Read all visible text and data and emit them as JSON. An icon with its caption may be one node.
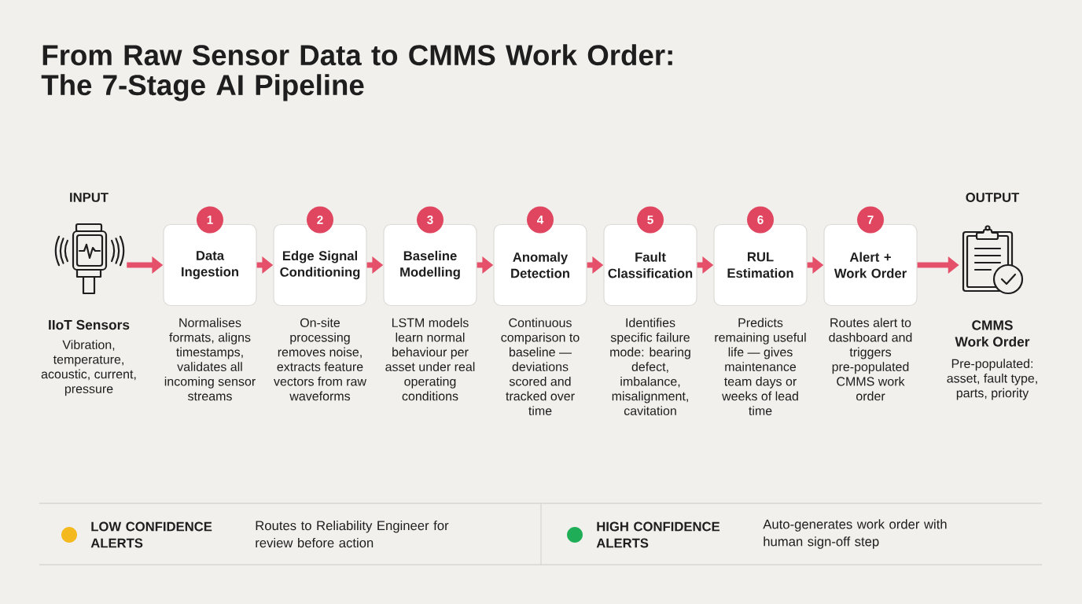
{
  "diagram": {
    "title": "From Raw Sensor Data to CMMS Work Order: The 7-Stage AI Pipeline",
    "nodes": [
      {
        "text": [],
        "shape": "picture",
        "beside": [
          "IIoT Sensors",
          "Vibration, temperature, acoustic, current, pressure"
        ]
      },
      {
        "text": [
          "1",
          "Data Ingestion"
        ],
        "beside": [
          "Normalises formats, aligns timestamps, validates all incoming sensor streams"
        ]
      },
      {
        "text": [
          "2",
          "Edge Signal Conditioning"
        ],
        "beside": [
          "On-site processing removes noise, extracts feature vectors from raw waveforms"
        ]
      },
      {
        "text": [
          "3",
          "Baseline Modelling"
        ],
        "beside": [
          "LSTM models learn normal behaviour per asset under real operating conditions"
        ]
      },
      {
        "text": [
          "4",
          "Anomaly Detection"
        ],
        "beside": [
          "Continuous comparison to baseline — deviations scored and tracked over time"
        ]
      },
      {
        "text": [
          "5",
          "Fault Classification"
        ],
        "beside": [
          "Identifies specific failure mode: bearing defect, imbalance, misalignment, cavitation"
        ]
      },
      {
        "text": [
          "6",
          "RUL Estimation"
        ],
        "beside": [
          "Predicts remaining useful life — gives maintenance team days or weeks of lead time"
        ]
      },
      {
        "text": [
          "7",
          "Alert + Work Order"
        ],
        "beside": [
          "Routes alert to dashboard and triggers pre-populated CMMS work order"
        ]
      },
      {
        "text": [],
        "shape": "picture",
        "beside": [
          "CMMS Work Order",
          "Pre-populated: asset, fault type, parts, priority"
        ]
      }
    ],
    "edges": [
      {
        "from": 0,
        "to": 1,
        "arrow": "to"
      },
      {
        "from": 1,
        "to": 2,
        "arrow": "to"
      },
      {
        "from": 2,
        "to": 3,
        "arrow": "to"
      },
      {
        "from": 3,
        "to": 4,
        "arrow": "to"
      },
      {
        "from": 4,
        "to": 5,
        "arrow": "to"
      },
      {
        "from": 5,
        "to": 6,
        "arrow": "to"
      },
      {
        "from": 6,
        "to": 7,
        "arrow": "to"
      },
      {
        "from": 7,
        "to": 8,
        "arrow": "to"
      }
    ],
    "labels": [
      "INPUT",
      "OUTPUT",
      "Routes to Reliability Engineer for review before action",
      "Auto-generates work order with human sign-off step"
    ],
    "legend": [
      {
        "text": "LOW CONFIDENCE ALERTS",
        "color": "#f5b920"
      },
      {
        "text": "HIGH CONFIDENCE ALERTS",
        "color": "#1fae57"
      }
    ]
  }
}
